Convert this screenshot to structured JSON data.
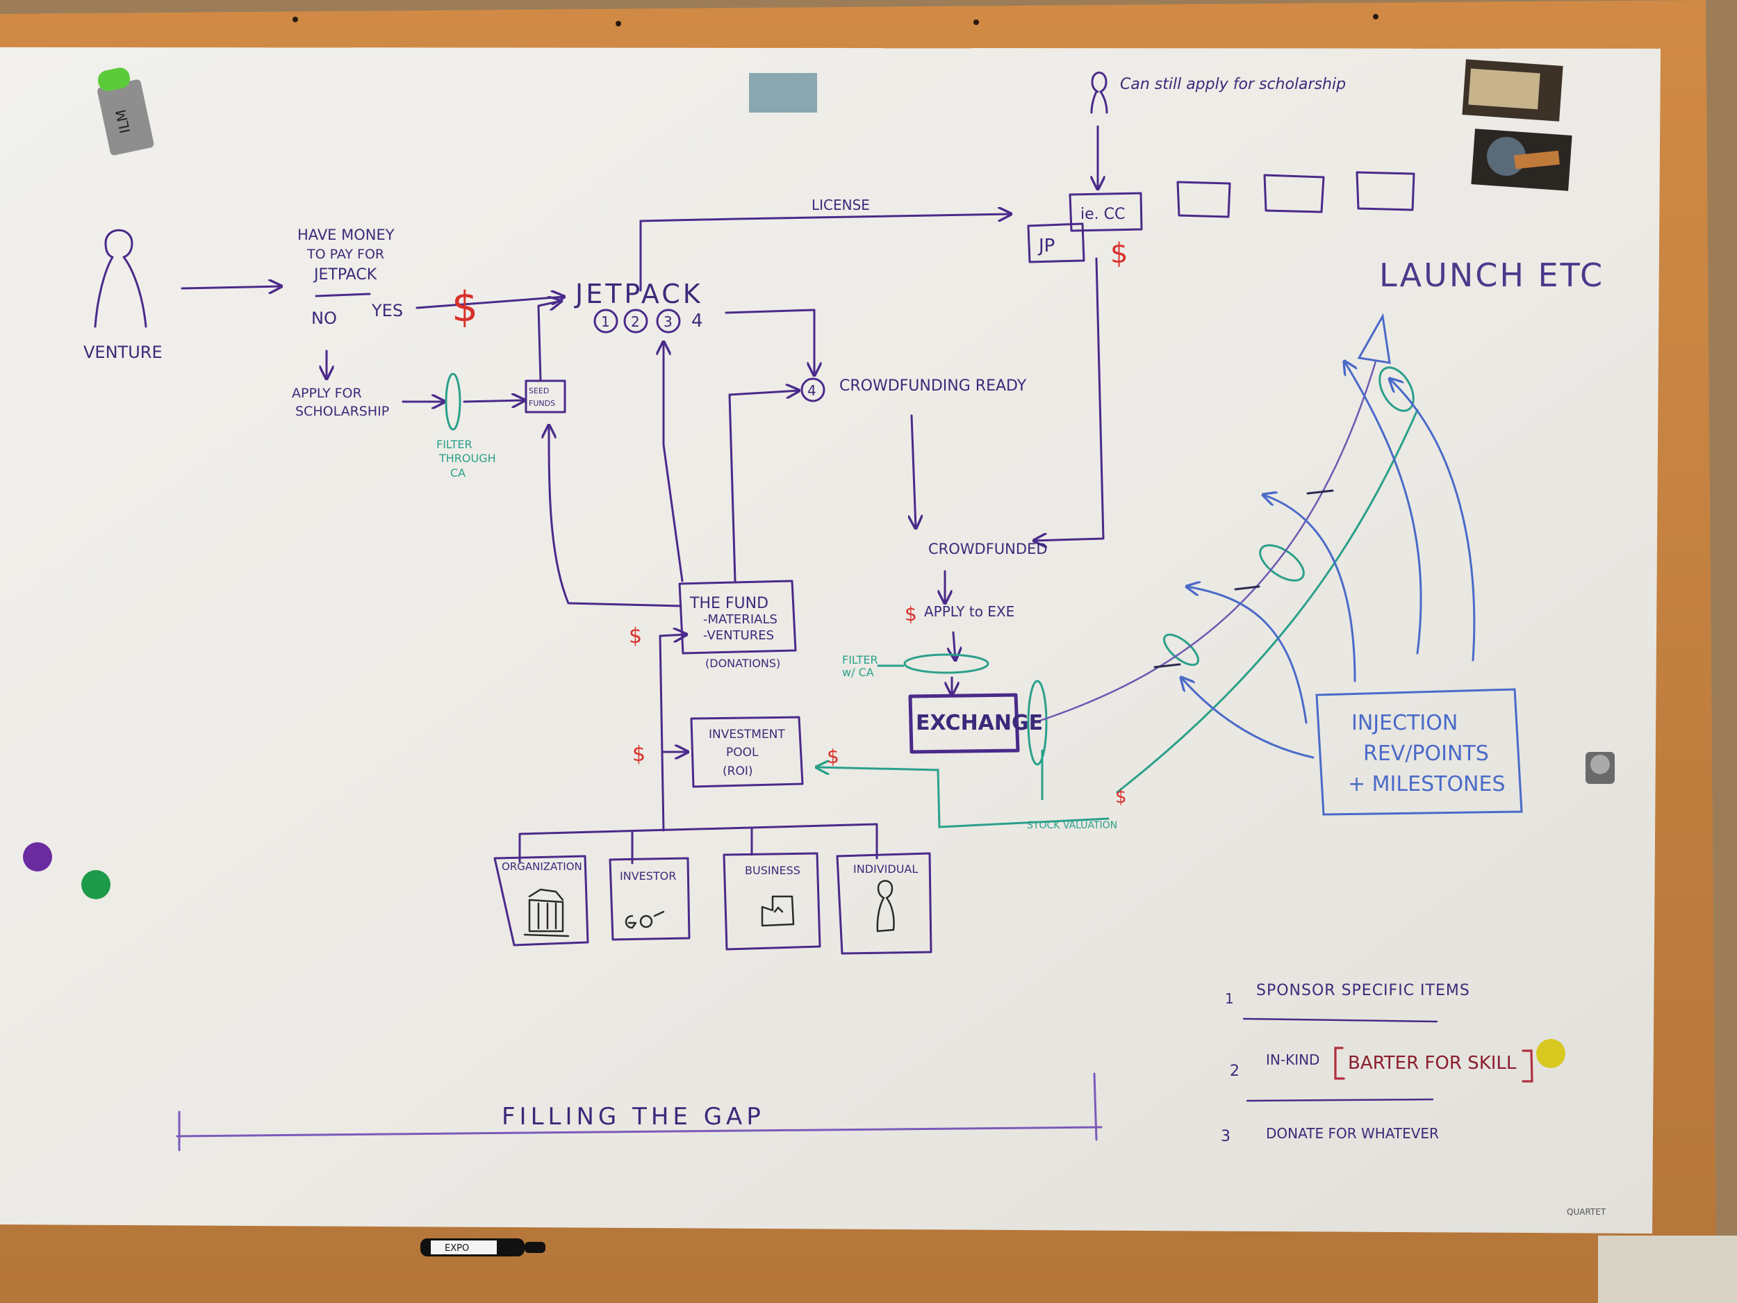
{
  "colors": {
    "purple": "#4a2a8a",
    "violet": "#6a44b0",
    "red": "#c62a2a",
    "teal": "#2aa08a",
    "blue": "#4a6ac8",
    "frame": "#c0803c",
    "board": "#ecebe6"
  },
  "flow": {
    "venture_label": "VENTURE",
    "question_line1": "HAVE MONEY",
    "question_line2": "TO PAY FOR",
    "question_line3": "JETPACK",
    "no_label": "NO",
    "yes_label": "YES",
    "dollar": "$",
    "apply_line1": "APPLY FOR",
    "apply_line2": "SCHOLARSHIP",
    "filter_line1": "FILTER",
    "filter_line2": "THROUGH",
    "filter_line3": "CA",
    "seed_line1": "SEED",
    "seed_line2": "FUNDS",
    "jetpack_title": "JETPACK",
    "stage_1": "1",
    "stage_2": "2",
    "stage_3": "3",
    "stage_4": "4",
    "license_label": "LICENSE",
    "scholarship_note": "Can still apply for scholarship",
    "cc_label": "ie. CC",
    "jp_label": "JP",
    "crowdfunding_num": "4",
    "crowdfunding_ready": "CROWDFUNDING READY",
    "crowdfunded": "CROWDFUNDED",
    "apply_exe": "APPLY to EXE",
    "filter_ca_line1": "FILTER",
    "filter_ca_line2": "w/ CA",
    "exchange": "EXCHANGE",
    "launch": "LAUNCH ETC",
    "stock_valuation": "STOCK VALUATION",
    "injection_line1": "INJECTION",
    "injection_line2": "REV/POINTS",
    "injection_line3": "+ MILESTONES",
    "fund_line1": "THE FUND",
    "fund_line2": "-MATERIALS",
    "fund_line3": "-VENTURES",
    "donations": "(DONATIONS)",
    "pool_line1": "INVESTMENT",
    "pool_line2": "POOL",
    "pool_line3": "(ROI)",
    "source_organization": "ORGANIZATION",
    "source_investor": "INVESTOR",
    "source_business": "BUSINESS",
    "source_individual": "INDIVIDUAL",
    "filling_gap": "FILLING THE GAP"
  },
  "sponsor_list": {
    "num_1": "1",
    "item_1": "SPONSOR SPECIFIC ITEMS",
    "num_2": "2",
    "item_2_prefix": "IN-KIND",
    "item_2_bracket": "BARTER FOR SKILL",
    "num_3": "3",
    "item_3": "DONATE FOR WHATEVER"
  },
  "objects": {
    "marker_text": "EXPO",
    "eraser_text": "ILM",
    "board_brand": "QUARTET"
  },
  "icons": {
    "venture": "person-icon",
    "jetpack_source": "person-icon",
    "organization": "building-icon",
    "investor": "money-icon",
    "business": "factory-icon",
    "individual": "person-icon",
    "launch": "rocket-icon"
  }
}
